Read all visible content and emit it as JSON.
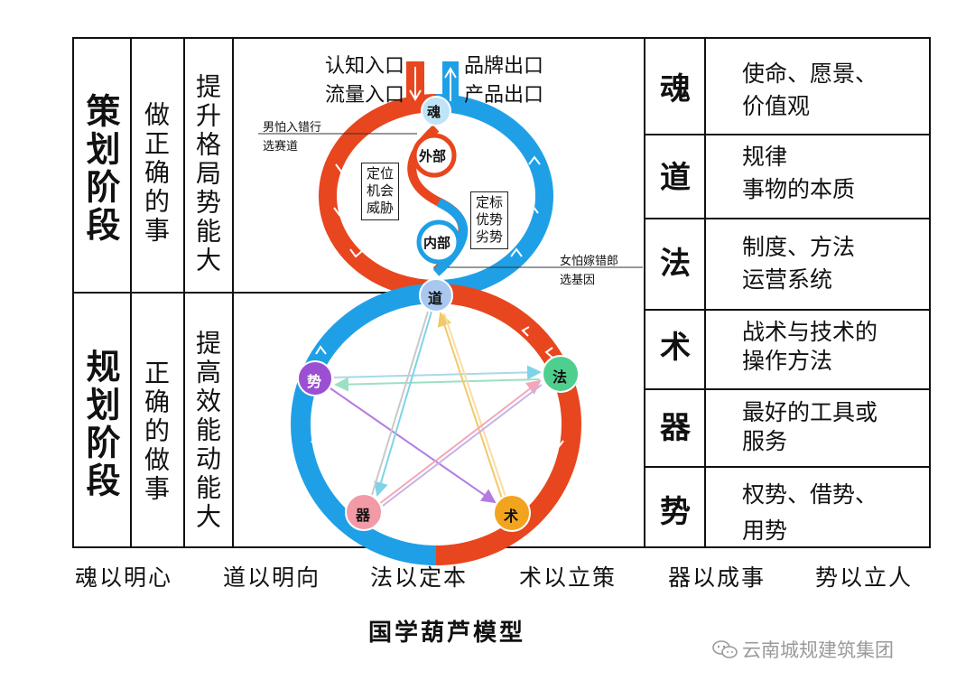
{
  "left_stages": {
    "planning": "策划阶段",
    "programming": "规划阶段"
  },
  "middle_column": {
    "planning": "做正确的事",
    "programming": "正确的做事"
  },
  "effect_column": {
    "planning": "提升格局势能大",
    "programming": "提高效能动能大"
  },
  "gourd": {
    "entry_cognition": "认知入口",
    "entry_traffic": "流量入口",
    "exit_brand": "品牌出口",
    "exit_product": "产品出口",
    "note_men": [
      "男怕入错行",
      "选赛道"
    ],
    "note_women": [
      "女怕嫁错郎",
      "选基因"
    ],
    "external": "外部",
    "internal": "内部",
    "box_positioning": [
      "定位",
      "机会",
      "威胁"
    ],
    "box_benchmark": [
      "定标",
      "优势",
      "劣势"
    ],
    "nodes": {
      "soul": "魂",
      "dao": "道",
      "fa": "法",
      "shu": "术",
      "qi": "器",
      "shi": "势"
    },
    "colors": {
      "red": "#e8461e",
      "blue": "#1fa0e6"
    }
  },
  "right_table": [
    {
      "key": "魂",
      "lines": [
        "使命、愿景、",
        "价值观"
      ]
    },
    {
      "key": "道",
      "lines": [
        "规律",
        "事物的本质"
      ]
    },
    {
      "key": "法",
      "lines": [
        "制度、方法",
        "运营系统"
      ]
    },
    {
      "key": "术",
      "lines": [
        "战术与技术的",
        "操作方法"
      ]
    },
    {
      "key": "器",
      "lines": [
        "最好的工具或",
        "服务"
      ]
    },
    {
      "key": "势",
      "lines": [
        "权势、借势、",
        "用势"
      ]
    }
  ],
  "mottos": [
    "魂以明心",
    "道以明向",
    "法以定本",
    "术以立策",
    "器以成事",
    "势以立人"
  ],
  "caption": "国学葫芦模型",
  "watermark": "云南城规建筑集团"
}
